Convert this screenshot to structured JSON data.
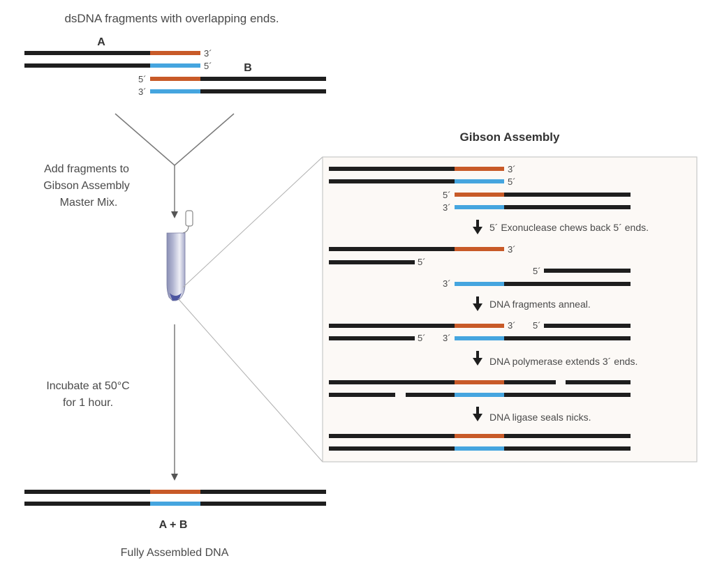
{
  "colors": {
    "strand": "#1e1e1e",
    "overlap_top": "#c85a28",
    "overlap_bottom": "#45a5df",
    "panel_bg": "#fcf9f6",
    "panel_border": "#c8c8c8",
    "guide_line": "#8a8a8a",
    "text": "#4a4a4a"
  },
  "left": {
    "title": "dsDNA fragments with overlapping ends.",
    "fragment_a_label": "A",
    "fragment_b_label": "B",
    "end_labels": {
      "a_top": "3´",
      "a_bottom": "5´",
      "b_top": "5´",
      "b_bottom": "3´"
    },
    "step1_lines": [
      "Add fragments to",
      "Gibson Assembly",
      "Master Mix."
    ],
    "step2_lines": [
      "Incubate at 50°C",
      "for 1 hour."
    ],
    "product_label": "A + B",
    "product_caption": "Fully Assembled DNA"
  },
  "panel": {
    "title": "Gibson Assembly",
    "steps": [
      "5´ Exonuclease chews back 5´ ends.",
      "DNA fragments anneal.",
      "DNA polymerase extends 3´ ends.",
      "DNA ligase seals nicks."
    ],
    "end_labels": {
      "s0_a_top": "3´",
      "s0_a_bottom": "5´",
      "s0_b_top": "5´",
      "s0_b_bottom": "3´",
      "s1_a_top": "3´",
      "s1_a_bottom": "5´",
      "s1_b_top": "5´",
      "s1_b_bottom": "3´",
      "s2_top_3": "3´",
      "s2_top_5": "5´",
      "s2_bottom_5": "5´",
      "s2_bottom_3": "3´"
    }
  }
}
